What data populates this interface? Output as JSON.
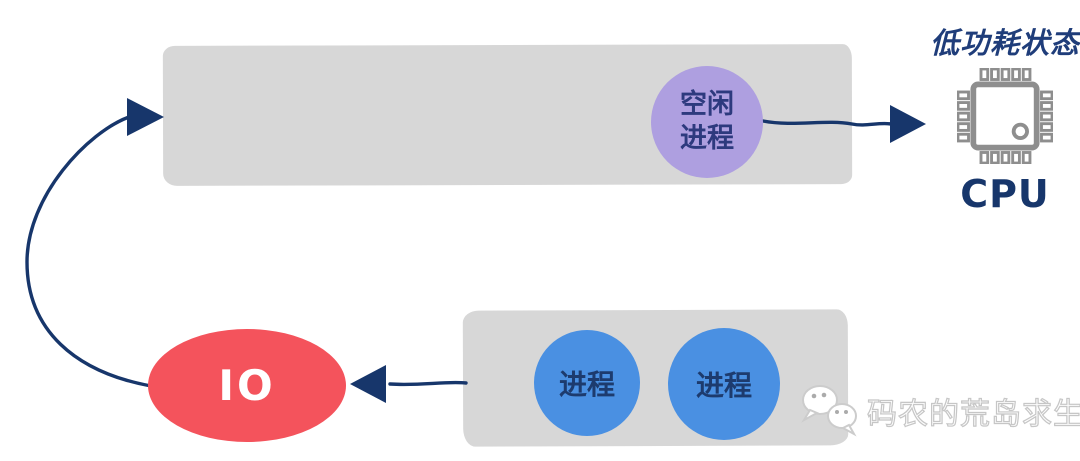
{
  "diagram": {
    "title": "低功耗状态",
    "cpu": {
      "label": "CPU"
    },
    "run_queue": {
      "idle_process": {
        "line1": "空闲",
        "line2": "进程"
      }
    },
    "wait_queue": {
      "processes": [
        "进程",
        "进程"
      ]
    },
    "io": {
      "label": "IO"
    },
    "watermark": {
      "text": "码农的荒岛求生"
    },
    "flows": [
      {
        "from": "idle-process",
        "to": "cpu"
      },
      {
        "from": "wait-queue",
        "to": "io"
      },
      {
        "from": "io",
        "to": "run-queue"
      }
    ]
  },
  "icons": {
    "cpu": "chip-icon",
    "watermark": "wechat-bubbles-icon"
  },
  "colors": {
    "queue_gray": "#d7d7d7",
    "idle_purple": "#ae9fe0",
    "process_blue": "#4a90e2",
    "io_red": "#f4535c",
    "arrow_navy": "#17366b",
    "title_blue": "#1f3d7a",
    "chip_gray": "#8e8e8e"
  }
}
